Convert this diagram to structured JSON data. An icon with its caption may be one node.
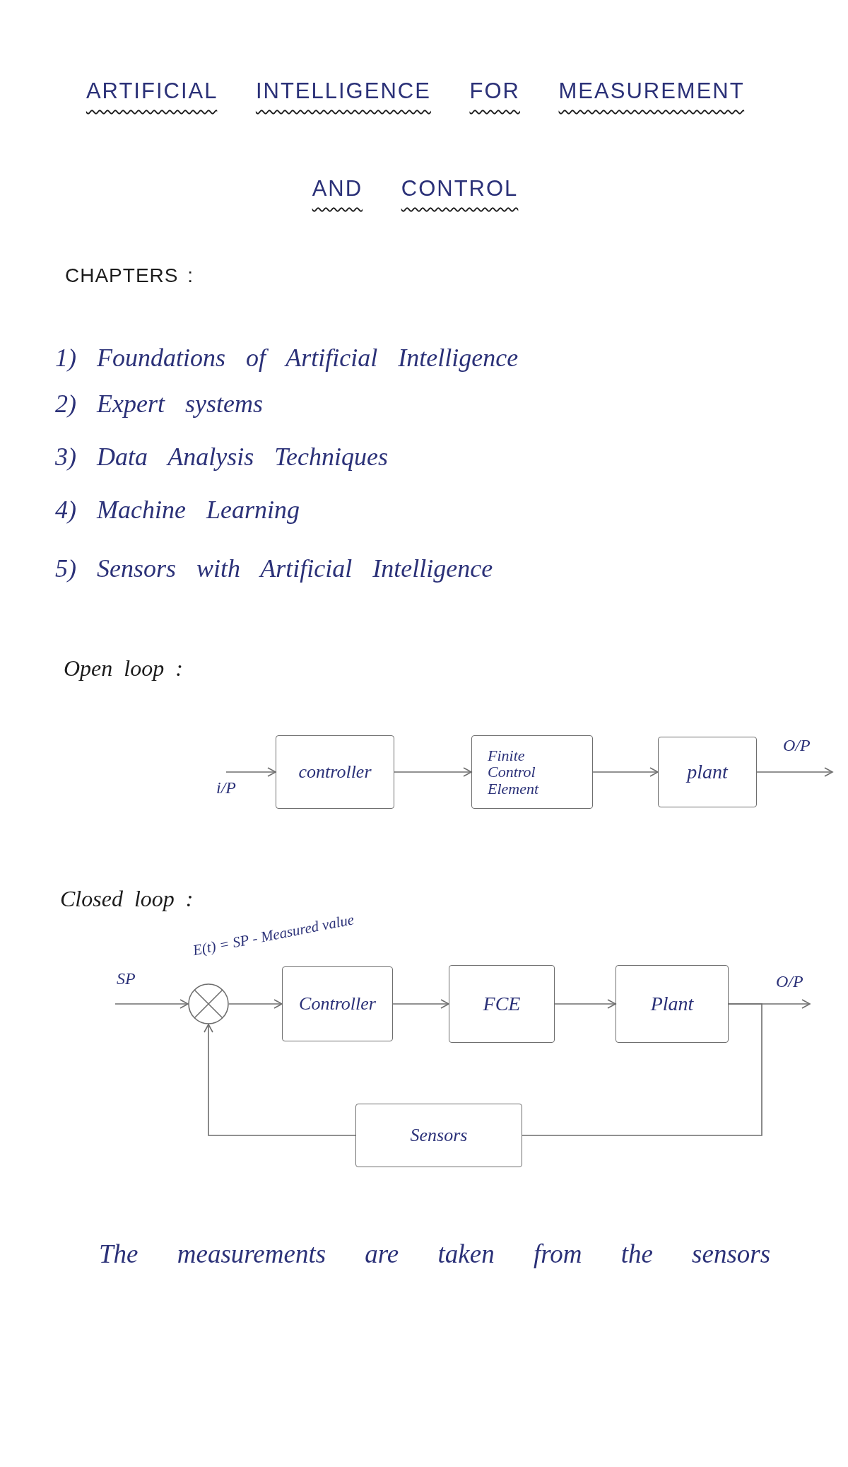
{
  "diagram": {
    "title": "ARTIFICIAL INTELLIGENCE FOR MEASUREMENT AND CONTROL",
    "nodes": [
      {
        "text": [
          "controller"
        ]
      },
      {
        "text": [
          "Finite Control Element"
        ]
      },
      {
        "text": [
          "plant"
        ]
      },
      {
        "text": [],
        "shape": "circle"
      },
      {
        "text": [
          "Controller"
        ]
      },
      {
        "text": [
          "FCE"
        ]
      },
      {
        "text": [
          "Plant"
        ]
      },
      {
        "text": [
          "Sensors"
        ]
      }
    ],
    "edges": [
      {
        "from": null,
        "to": 0,
        "arrow": "to",
        "label": "i/P"
      },
      {
        "from": 0,
        "to": 1,
        "arrow": "to"
      },
      {
        "from": 1,
        "to": 2,
        "arrow": "to"
      },
      {
        "from": 2,
        "to": null,
        "arrow": "to",
        "label": "O/P"
      },
      {
        "from": null,
        "to": 3,
        "arrow": "to",
        "label": "SP"
      },
      {
        "from": 3,
        "to": 4,
        "arrow": "to"
      },
      {
        "from": 4,
        "to": 5,
        "arrow": "to"
      },
      {
        "from": 5,
        "to": 6,
        "arrow": "to"
      },
      {
        "from": 6,
        "to": null,
        "arrow": "to",
        "label": "O/P"
      },
      {
        "from": 6,
        "to": 7,
        "arrow": "none"
      },
      {
        "from": 7,
        "to": 3,
        "arrow": "to"
      }
    ],
    "labels": [
      "CHAPTERS :",
      "1) Foundations of Artificial Intelligence",
      "2) Expert systems",
      "3) Data Analysis Techniques",
      "4) Machine Learning",
      "5) Sensors with Artificial Intelligence",
      "Open loop :",
      "Closed loop :",
      "E(t) = SP - Measured value"
    ],
    "caption": "The measurements are taken from the sensors"
  }
}
